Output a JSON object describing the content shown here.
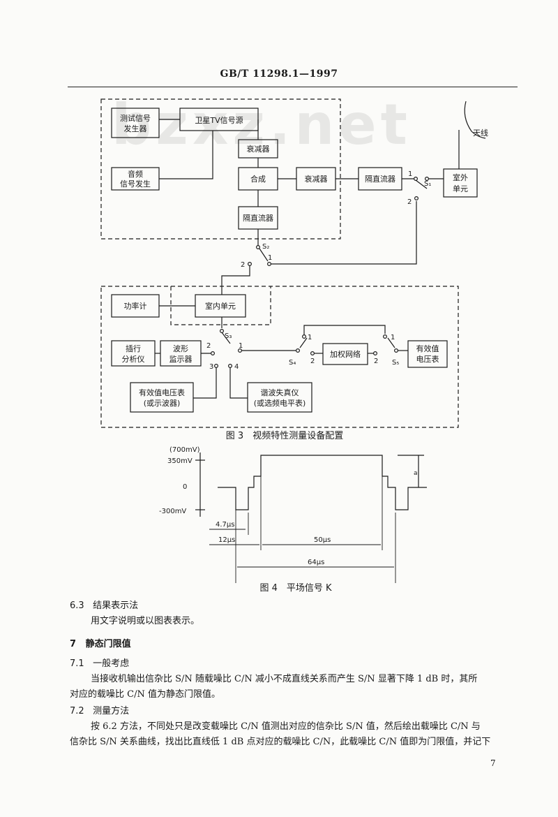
{
  "header": {
    "standard_code": "GB/T 11298.1—1997"
  },
  "watermark": "bzxz.net",
  "figure3": {
    "caption": "图 3　视频特性测量设备配置",
    "blocks": {
      "test_gen": [
        "测试信号",
        "发生器"
      ],
      "sat_tv": "卫星TV信号源",
      "atten1": "衰减器",
      "audio_gen": [
        "音频",
        "信号发生"
      ],
      "combiner": "合成",
      "atten2": "衰减器",
      "dc_block1": "隔直流器",
      "dc_block2": "隔直流器",
      "outdoor_unit": [
        "室外",
        "单元"
      ],
      "antenna": "天线",
      "power_meter": "功率计",
      "indoor_unit": "室内单元",
      "line_analyzer": [
        "插行",
        "分析仪"
      ],
      "waveform_monitor": [
        "波形",
        "监示器"
      ],
      "weighting_net": "加权网络",
      "rms_meter1": [
        "有效值",
        "电压表"
      ],
      "rms_meter2": [
        "有效值电压表",
        "(或示波器)"
      ],
      "distortion_meter": [
        "谐波失真仪",
        "(或选频电平表)"
      ]
    },
    "switch_labels": {
      "s1": "S₁",
      "s2": "S₂",
      "s3": "S₃",
      "s4": "S₄",
      "s5": "S₅",
      "n1": "1",
      "n2": "2",
      "n3": "3",
      "n4": "4"
    }
  },
  "figure4": {
    "caption": "图 4　平场信号 K",
    "ylabel_top": "(700mV)",
    "y_ticks": [
      "350mV",
      "0",
      "-300mV"
    ],
    "dims": {
      "sync": "4.7μs",
      "start": "12μs",
      "flat": "50μs",
      "line": "64μs",
      "amp_mark": "a"
    }
  },
  "sections": [
    {
      "num": "6.3",
      "title": "结果表示法",
      "bold": false,
      "paras": [
        "用文字说明或以图表表示。"
      ]
    },
    {
      "num": "7",
      "title": "静态门限值",
      "bold": true,
      "paras": []
    },
    {
      "num": "7.1",
      "title": "一般考虑",
      "bold": false,
      "paras": [
        "当接收机输出信杂比 S/N 随载噪比 C/N 减小不成直线关系而产生 S/N 显著下降 1 dB 时，其所",
        "对应的载噪比 C/N 值为静态门限值。"
      ]
    },
    {
      "num": "7.2",
      "title": "测量方法",
      "bold": false,
      "paras": [
        "按 6.2 方法，不同处只是改变载噪比 C/N 值测出对应的信杂比 S/N 值，然后绘出载噪比 C/N 与",
        "信杂比 S/N 关系曲线，找出比直线低 1 dB 点对应的载噪比 C/N，此载噪比 C/N 值即为门限值，并记下"
      ]
    }
  ],
  "page_number": "7"
}
